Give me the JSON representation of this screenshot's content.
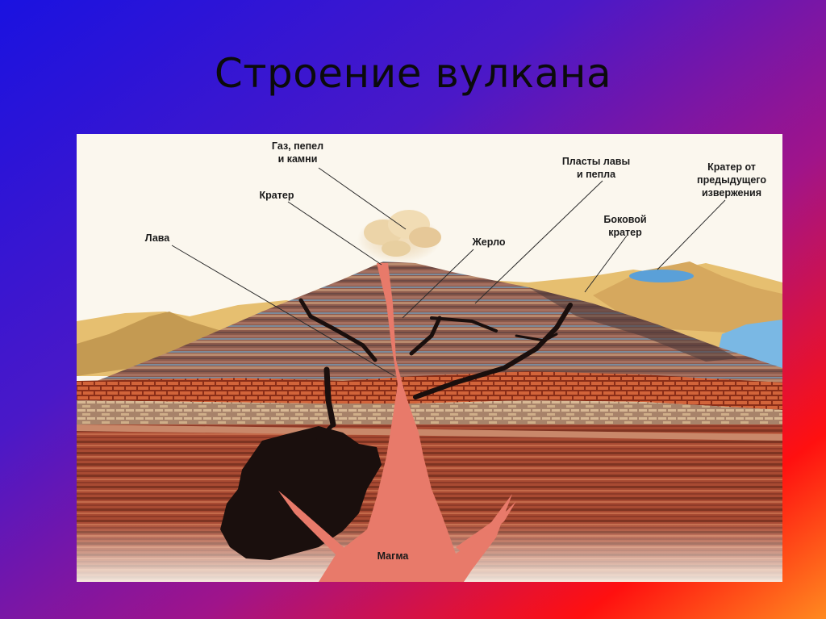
{
  "slide": {
    "title": "Строение вулкана",
    "bg_colors": [
      "#1a12e0",
      "#5a16b8",
      "#b81270",
      "#ff1010",
      "#ff8a20"
    ]
  },
  "diagram": {
    "labels": {
      "gas_line1": "Газ, пепел",
      "gas_line2": "и камни",
      "crater": "Кратер",
      "lava": "Лава",
      "vent": "Жерло",
      "layers_line1": "Пласты лавы",
      "layers_line2": "и пепла",
      "side_crater_line1": "Боковой",
      "side_crater_line2": "кратер",
      "old_crater_line1": "Кратер от",
      "old_crater_line2": "предыдущего",
      "old_crater_line3": "извержения",
      "magma": "Магма"
    },
    "colors": {
      "sky": "#fbf7ee",
      "magma": "#e87a6a",
      "dark_lava": "#1a0f0d",
      "cone": "#9a6a5a",
      "sand": "#e3b868",
      "brick": "#c2512e",
      "lake": "#5aa0d8"
    }
  }
}
